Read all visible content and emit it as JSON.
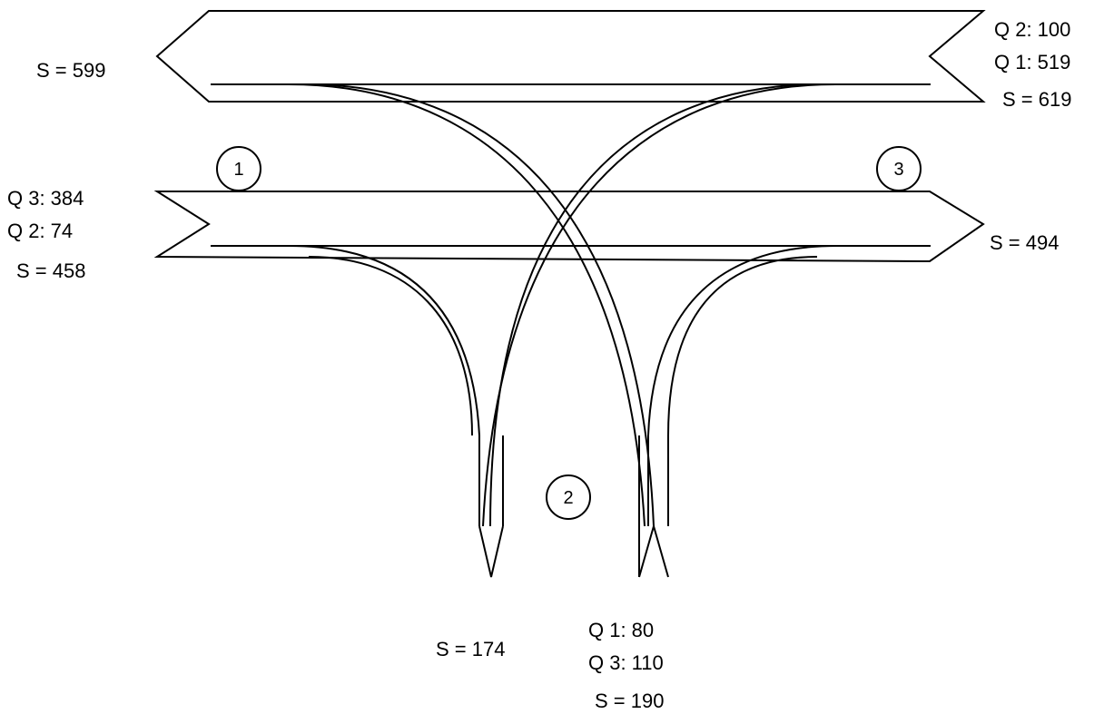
{
  "labels": {
    "s_left_top": "S =  599",
    "q2_top_right": "Q 2: 100",
    "q1_top_right": "Q 1: 519",
    "s_right_top": "S =  619",
    "q3_left_mid": "Q 3: 384",
    "q2_left_mid": "Q 2: 74",
    "s_left_mid": "S =  458",
    "s_right_mid": "S =  494",
    "s_bottom_left": "S =  174",
    "q1_bottom": "Q 1: 80",
    "q3_bottom": "Q 3: 110",
    "s_bottom_right": "S =  190"
  },
  "nodes": {
    "n1": "1",
    "n2": "2",
    "n3": "3"
  },
  "colors": {
    "stroke": "#000000",
    "background": "#ffffff"
  }
}
